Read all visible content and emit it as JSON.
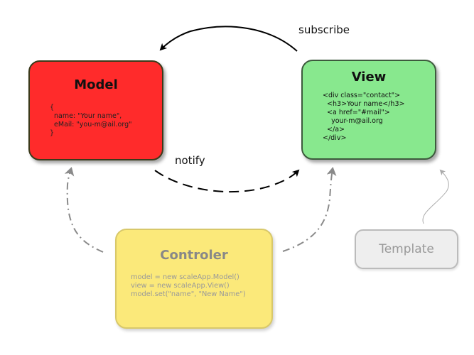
{
  "model": {
    "title": "Model",
    "code": "{\n  name: \"Your name\",\n  eMail: \"you-m@ail.org\"\n}"
  },
  "view": {
    "title": "View",
    "code": "<div class=\"contact\">\n  <h3>Your name</h3>\n  <a href=\"#mail\">\n    your-m@ail.org\n  </a>\n</div>"
  },
  "controller": {
    "title": "Controler",
    "code": "model = new scaleApp.Model()\nview = new scaleApp.View()\nmodel.set(\"name\", \"New Name\")"
  },
  "template": {
    "title": "Template"
  },
  "edges": {
    "subscribe": "subscribe",
    "notify": "notify"
  },
  "colors": {
    "model": "#ff2b2b",
    "view": "#88e88e",
    "controller": "#fbe97a",
    "template": "#eeeeee",
    "arrow": "#000000",
    "controller_arrow": "#888888"
  }
}
